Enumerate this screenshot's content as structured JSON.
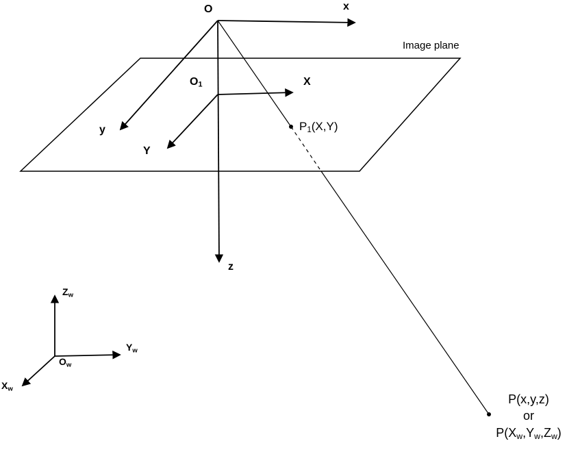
{
  "diagram": {
    "camera": {
      "origin_label": "O",
      "x_axis_label": "x",
      "y_axis_label": "y",
      "z_axis_label": "z"
    },
    "image_plane": {
      "title": "Image plane",
      "origin": {
        "base": "O",
        "sub": "1"
      },
      "X_axis_label": "X",
      "Y_axis_label": "Y",
      "p1": {
        "base": "P",
        "sub": "1",
        "rest": "(X,Y)"
      }
    },
    "world": {
      "origin": {
        "base": "O",
        "sub": "w"
      },
      "x_axis": {
        "base": "X",
        "sub": "w"
      },
      "y_axis": {
        "base": "Y",
        "sub": "w"
      },
      "z_axis": {
        "base": "Z",
        "sub": "w"
      }
    },
    "point_p": {
      "line1": "P(x,y,z)",
      "line2": "or",
      "line3": {
        "p1": "P(X",
        "s1": "w",
        "p2": ",Y",
        "s2": "w",
        "p3": ",Z",
        "s3": "w",
        "p4": ")"
      }
    }
  }
}
